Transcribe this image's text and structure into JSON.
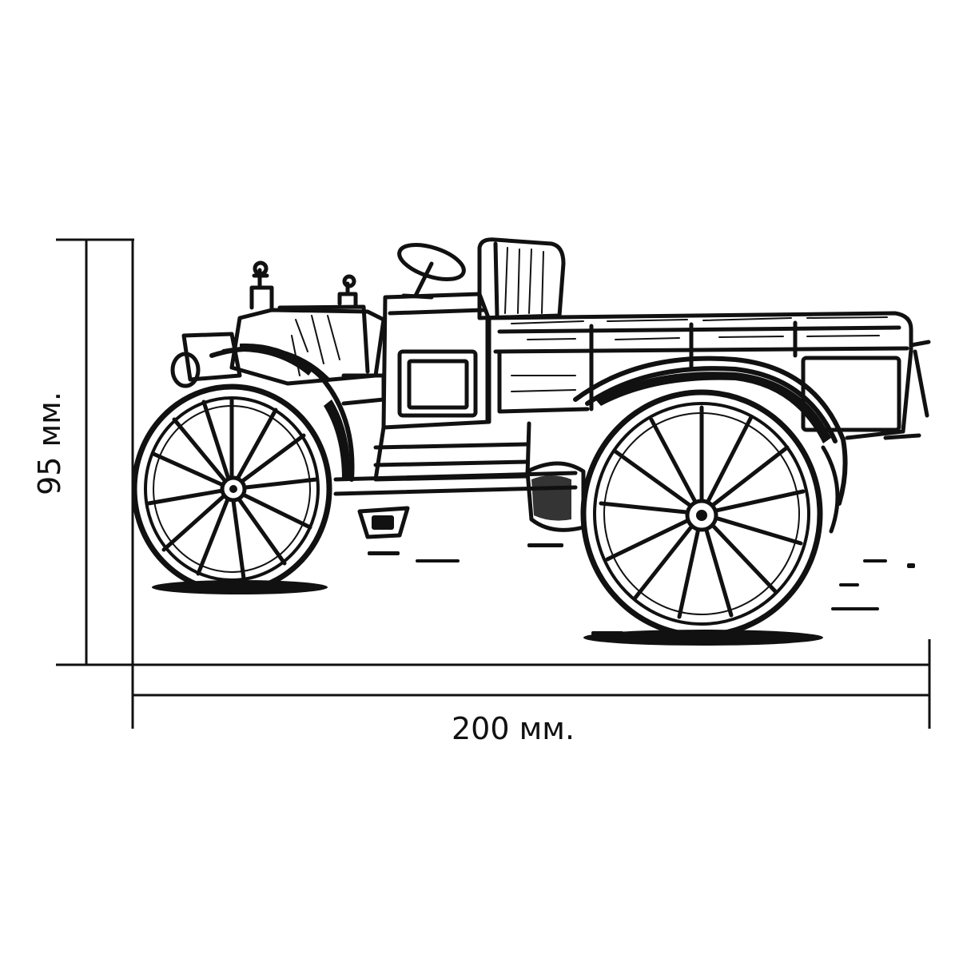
{
  "dimensions": {
    "width_label": "200 мм.",
    "height_label": "95 мм."
  },
  "colors": {
    "ink": "#111111",
    "background": "#ffffff"
  },
  "illustration": {
    "subject": "vintage-truck-line-art"
  }
}
